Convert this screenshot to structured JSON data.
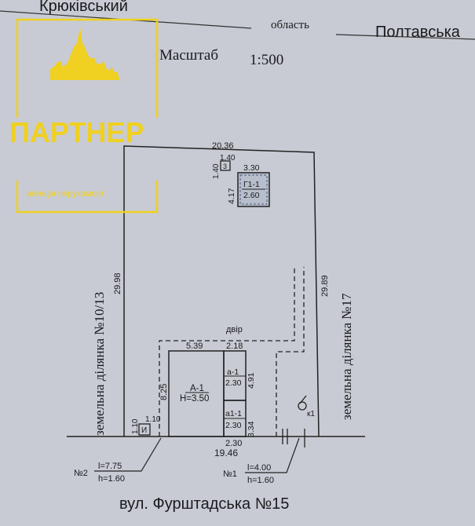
{
  "header": {
    "district": "Крюківський",
    "region_label": "область",
    "region": "Полтавська",
    "scale_label": "Масштаб",
    "scale": "1:500"
  },
  "watermark": {
    "brand": "ПАРТНЕР",
    "tagline": "агенція нерухомості",
    "color": "#f0d020"
  },
  "plan": {
    "top_length": "20.36",
    "left_length": "29.98",
    "right_length": "29.89",
    "bottom_length": "19.46",
    "left_neighbor": "земельна ділянка №10/13",
    "right_neighbor": "земельна ділянка №17",
    "yard": "двір",
    "toilet": {
      "label": "3",
      "w": "1.40",
      "h": "1.40"
    },
    "garage": {
      "label": "Г1-1",
      "height": "2.60",
      "w": "3.30",
      "h": "4.17"
    },
    "house": {
      "label": "А-1",
      "height": "Н=3.50",
      "w": "5.39",
      "h": "8.25"
    },
    "annex1": {
      "label": "а-1",
      "height": "2.30",
      "w": "2.18",
      "h": "4.91"
    },
    "annex2": {
      "label": "а1-1",
      "height": "2.30",
      "w": "2.30",
      "h": "3.34"
    },
    "shed": {
      "label": "И",
      "w": "1.10",
      "h": "1.10"
    },
    "well": "к1",
    "fence2": {
      "num": "№2",
      "l": "l=7.75",
      "h": "h=1.60"
    },
    "fence1": {
      "num": "№1",
      "l": "l=4.00",
      "h": "h=1.60"
    },
    "street": "вул. Фурштадська №15"
  }
}
